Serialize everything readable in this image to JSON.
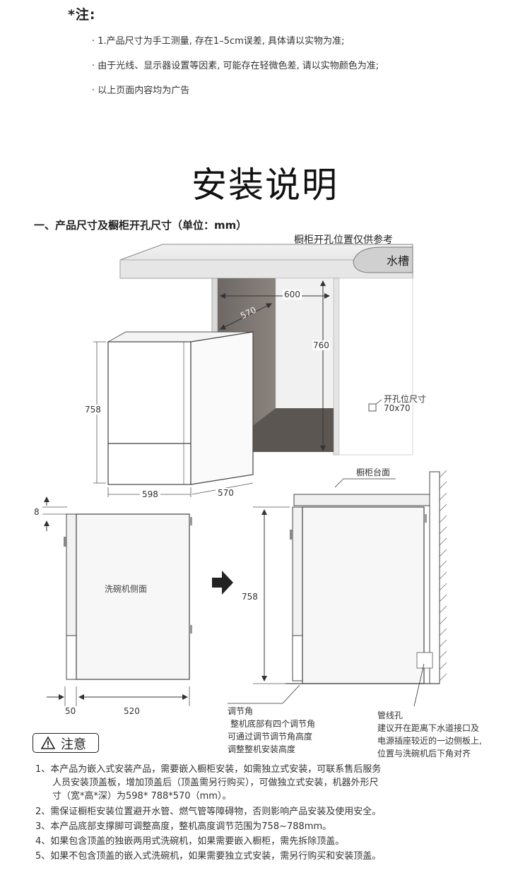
{
  "note": {
    "title": "*注:",
    "items": [
      "· 1.产品尺寸为手工测量, 存在1–5cm误差, 具体请以实物为准;",
      "· 由于光线、显示器设置等因素, 可能存在轻微色差, 请以实物颜色为准;",
      "· 以上页面内容均为广告"
    ]
  },
  "title": "安装说明",
  "section1": {
    "heading": "一、产品尺寸及橱柜开孔尺寸（单位：mm）",
    "cabinet_caption": "橱柜开孔位置仅供参考",
    "sink_label": "水槽",
    "dims": {
      "width_600": "600",
      "depth_570_top": "570",
      "height_760": "760",
      "hole_label": "开孔位尺寸",
      "hole_size": "70x70",
      "height_758": "758",
      "width_598": "598",
      "depth_570_bottom": "570"
    }
  },
  "side": {
    "gap_8": "8",
    "side_label": "洗碗机侧面",
    "dim_50": "50",
    "dim_520": "520",
    "install_height_758": "758",
    "countertop_label": "橱柜台面"
  },
  "callouts": {
    "adjust_title": "调节角",
    "adjust_lines": [
      "整机底部有四个调节角",
      "可通过调节调节角高度",
      "调整整机安装高度"
    ],
    "pipe_title": "管线孔",
    "pipe_lines": [
      "建议开在距离下水道接口及",
      "电源插座较近的一边侧板上,",
      "位置与洗碗机后下角对齐"
    ]
  },
  "warning": {
    "label": "注意",
    "rules": [
      "1、本产品为嵌入式安装产品，需要嵌入橱柜安装，如需独立式安装，可联系售后服务",
      "人员安装顶盖板，增加顶盖后（顶盖需另行购买），可做独立式安装，机器外形尺",
      "寸（宽*高*深）为598* 788*570（mm）。",
      "2、需保证橱柜安装位置避开水管、燃气管等障碍物，否则影响产品安装及使用安全。",
      "3、本产品底部支撑脚可调整高度，整机高度调节范围为758~788mm。",
      "4、如果包含顶盖的独嵌两用式洗碗机，如果需要嵌入橱柜，需先拆除顶盖。",
      "5、如果不包含顶盖的嵌入式洗碗机，如果需要独立式安装，需另行购买和安装顶盖。"
    ]
  }
}
